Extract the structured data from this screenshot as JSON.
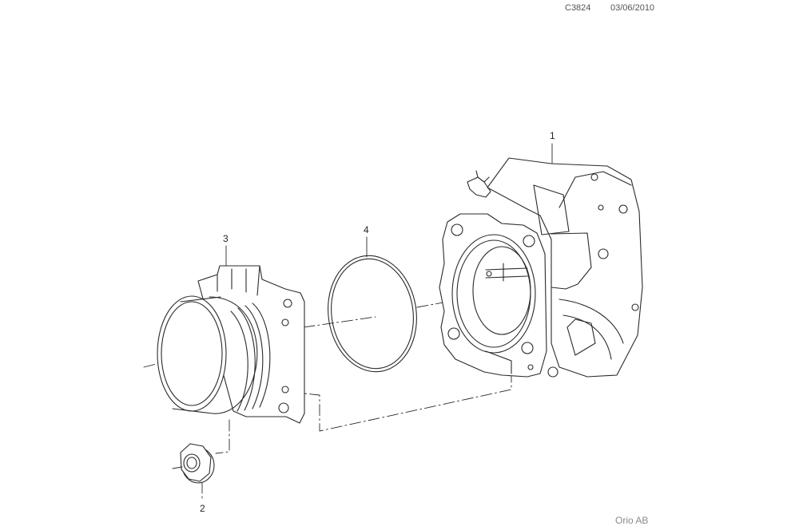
{
  "header": {
    "code": "C3824",
    "date": "03/06/2010"
  },
  "callouts": [
    {
      "label": "1",
      "part": "throttle-body"
    },
    {
      "label": "2",
      "part": "flange-nut"
    },
    {
      "label": "3",
      "part": "intake-adapter"
    },
    {
      "label": "4",
      "part": "o-ring-seal"
    }
  ],
  "footer": {
    "text": "Orio AB"
  },
  "colors": {
    "line": "#2a2a2a",
    "text": "#222222",
    "muted": "#8a8a8a"
  }
}
